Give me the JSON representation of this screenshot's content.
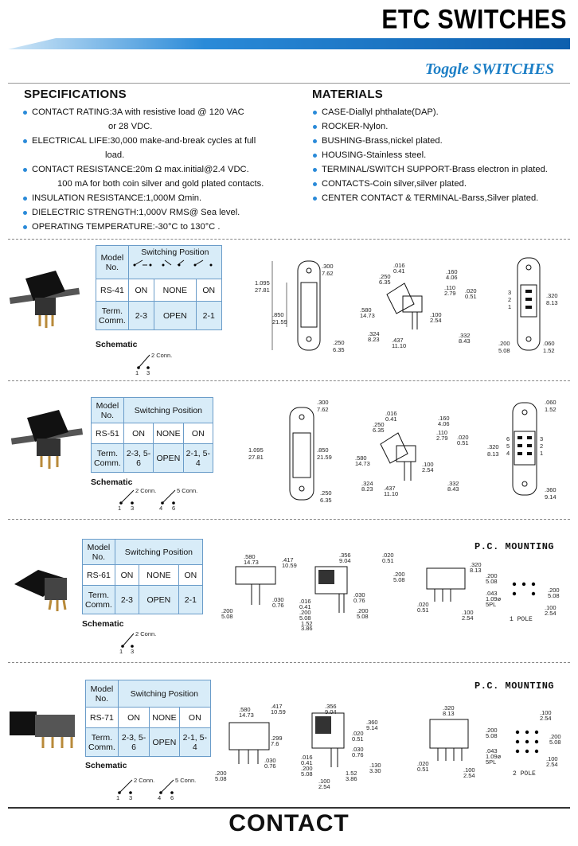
{
  "header": {
    "brand": "ETC SWITCHES",
    "subtitle": "Toggle SWITCHES"
  },
  "specifications": {
    "heading": "SPECIFICATIONS",
    "items": [
      {
        "text": "CONTACT RATING:3A with resistive load @ 120 VAC",
        "cont": "or 28 VDC."
      },
      {
        "text": "ELECTRICAL LIFE:30,000 make-and-break cycles at full",
        "cont": "load."
      },
      {
        "text": "CONTACT RESISTANCE:20m Ω max.initial@2.4 VDC.",
        "cont": "100 mA for both coin silver and gold plated contacts."
      },
      {
        "text": "INSULATION RESISTANCE:1,000M Ωmin.",
        "cont": ""
      },
      {
        "text": "DIELECTRIC STRENGTH:1,000V RMS@ Sea level.",
        "cont": ""
      },
      {
        "text": "OPERATING TEMPERATURE:-30°C to 130°C .",
        "cont": ""
      }
    ]
  },
  "materials": {
    "heading": "MATERIALS",
    "items": [
      "CASE-Diallyl phthalate(DAP).",
      "ROCKER-Nylon.",
      "BUSHING-Brass,nickel plated.",
      "HOUSING-Stainless steel.",
      "TERMINAL/SWITCH SUPPORT-Brass electron in plated.",
      "CONTACTS-Coin silver,silver plated.",
      "CENTER CONTACT & TERMINAL-Barss,Silver plated."
    ]
  },
  "table_labels": {
    "model": "Model No.",
    "switching_position": "Switching Position",
    "term_comm": "Term. Comm.",
    "schematic": "Schematic"
  },
  "products": [
    {
      "model": "RS-41",
      "pos": [
        "ON",
        "NONE",
        "ON"
      ],
      "term": [
        "2-3",
        "OPEN",
        "2-1"
      ],
      "schem": {
        "a": "2 Conn.",
        "b": "1",
        "c": "3"
      }
    },
    {
      "model": "RS-51",
      "pos": [
        "ON",
        "NONE",
        "ON"
      ],
      "term": [
        "2-3, 5-6",
        "OPEN",
        "2-1, 5-4"
      ],
      "schem": {
        "a": "2 Conn.",
        "b": "1",
        "c": "3",
        "d": "5 Conn.",
        "e": "4",
        "f": "6"
      }
    },
    {
      "model": "RS-61",
      "pos": [
        "ON",
        "NONE",
        "ON"
      ],
      "term": [
        "2-3",
        "OPEN",
        "2-1"
      ],
      "schem": {
        "a": "2 Conn.",
        "b": "1",
        "c": "3"
      }
    },
    {
      "model": "RS-71",
      "pos": [
        "ON",
        "NONE",
        "ON"
      ],
      "term": [
        "2-3, 5-6",
        "OPEN",
        "2-1, 5-4"
      ],
      "schem": {
        "a": "2 Conn.",
        "b": "1",
        "c": "3",
        "d": "5 Conn.",
        "e": "4",
        "f": "6"
      }
    }
  ],
  "pc_mounting": "P.C. MOUNTING",
  "dims": {
    "d300": ".300",
    "d762": "7.62",
    "d1095": "1.095",
    "d2781": "27.81",
    "d850": ".850",
    "d2159": "21.59",
    "d250": ".250",
    "d635": "6.35",
    "d016": ".016",
    "d041": "0.41",
    "d160": ".160",
    "d406": "4.06",
    "d110": ".110",
    "d279": "2.79",
    "d020": ".020",
    "d051": "0.51",
    "d580": ".580",
    "d1473": "14.73",
    "d324": ".324",
    "d823": "8.23",
    "d437": ".437",
    "d1110": "11.10",
    "d332": ".332",
    "d843": "8.43",
    "d100": ".100",
    "d254": "2.54",
    "d320": ".320",
    "d813": "8.13",
    "d200": ".200",
    "d508": "5.08",
    "d060": ".060",
    "d152": "1.52",
    "d360": ".360",
    "d914": "9.14",
    "d417": ".417",
    "d1059": "10.59",
    "d356": ".356",
    "d904": "9.04",
    "d030": ".030",
    "d076": "0.76",
    "d386": "3.86",
    "d043": ".043",
    "d109": "1.09ø",
    "spl": "5PL",
    "pole1": "1 POLE",
    "pole2": "2 POLE",
    "d299": ".299",
    "d76": "7.6",
    "d130": ".130",
    "d330": "3.30",
    "p1": "1",
    "p2": "2",
    "p3": "3",
    "p4": "4",
    "p5": "5",
    "p6": "6"
  },
  "footer": {
    "brand": "CONTACT"
  },
  "colors": {
    "accent": "#1d7fc6",
    "table_fill": "#d8ecf8"
  }
}
